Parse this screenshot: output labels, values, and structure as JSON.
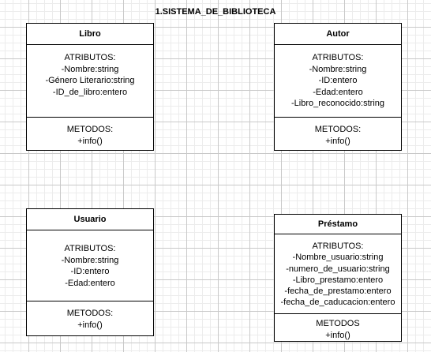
{
  "diagram": {
    "title": "1.SISTEMA_DE_BIBLIOTECA"
  },
  "classes": {
    "libro": {
      "name": "Libro",
      "attributes_label": "ATRIBUTOS:",
      "attributes": [
        "-Nombre:string",
        "-Género Literario:string",
        "-ID_de_libro:entero"
      ],
      "methods_label": "METODOS:",
      "methods": [
        "+info()"
      ]
    },
    "autor": {
      "name": "Autor",
      "attributes_label": "ATRIBUTOS:",
      "attributes": [
        "-Nombre:string",
        "-ID:entero",
        "-Edad:entero",
        "-Libro_reconocido:string"
      ],
      "methods_label": "METODOS:",
      "methods": [
        "+info()"
      ]
    },
    "usuario": {
      "name": "Usuario",
      "attributes_label": "ATRIBUTOS:",
      "attributes": [
        "-Nombre:string",
        "-ID:entero",
        "-Edad:entero"
      ],
      "methods_label": "METODOS:",
      "methods": [
        "+info()"
      ]
    },
    "prestamo": {
      "name": "Préstamo",
      "attributes_label": "ATRIBUTOS:",
      "attributes": [
        "-Nombre_usuario:string",
        "-numero_de_usuario:string",
        "-Libro_prestamo:entero",
        "-fecha_de_prestamo:entero",
        "-fecha_de_caducacion:entero"
      ],
      "methods_label": "METODOS",
      "methods": [
        "+info()"
      ]
    }
  }
}
